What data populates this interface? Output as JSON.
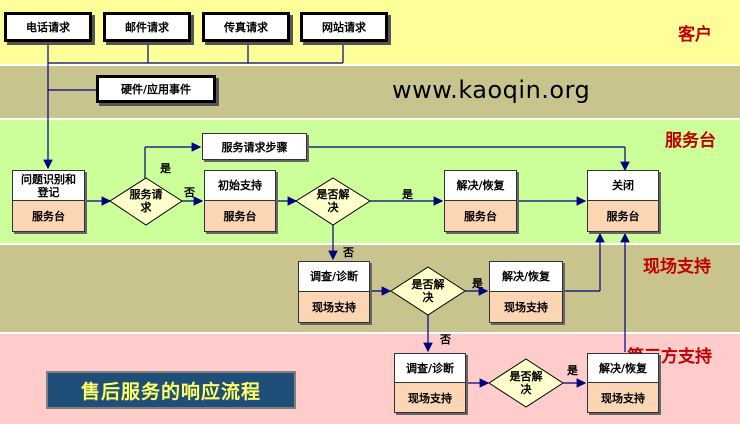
{
  "lanes": {
    "customer": "客户",
    "desk": "服务台",
    "field": "现场支持",
    "third_party": "第三方支持"
  },
  "url_text": "www.kaoqin.org",
  "requests": [
    "电话请求",
    "邮件请求",
    "传真请求",
    "网站请求"
  ],
  "hardware_event": "硬件/应用事件",
  "service_request_steps": "服务请求步骤",
  "identify": {
    "top": "问题识别和登记",
    "bottom": "服务台"
  },
  "decision_service_request": "服务请求",
  "initial_support": {
    "top": "初始支持",
    "bottom": "服务台"
  },
  "decision_resolved_1": "是否解决",
  "resolve_desk": {
    "top": "解决/恢复",
    "bottom": "服务台"
  },
  "close": {
    "top": "关闭",
    "bottom": "服务台"
  },
  "investigate_field": {
    "top": "调查/诊断",
    "bottom": "现场支持"
  },
  "decision_resolved_2": "是否解决",
  "resolve_field": {
    "top": "解决/恢复",
    "bottom": "现场支持"
  },
  "investigate_third": {
    "top": "调查/诊断",
    "bottom": "现场支持"
  },
  "decision_resolved_3": "是否解决",
  "resolve_third": {
    "top": "解决/恢复",
    "bottom": "现场支持"
  },
  "labels": {
    "yes": "是",
    "no": "否"
  },
  "bottom_title": "售后服务的响应流程",
  "colors": {
    "customer_lane": "#ffff99",
    "khaki_lane": "#c9c38e",
    "desk_lane": "#ccff99",
    "third_lane": "#ffcccc",
    "diamond_fill": "#ffffcc",
    "lane_title": "#c00000",
    "sub_box": "#fcd5b5"
  }
}
